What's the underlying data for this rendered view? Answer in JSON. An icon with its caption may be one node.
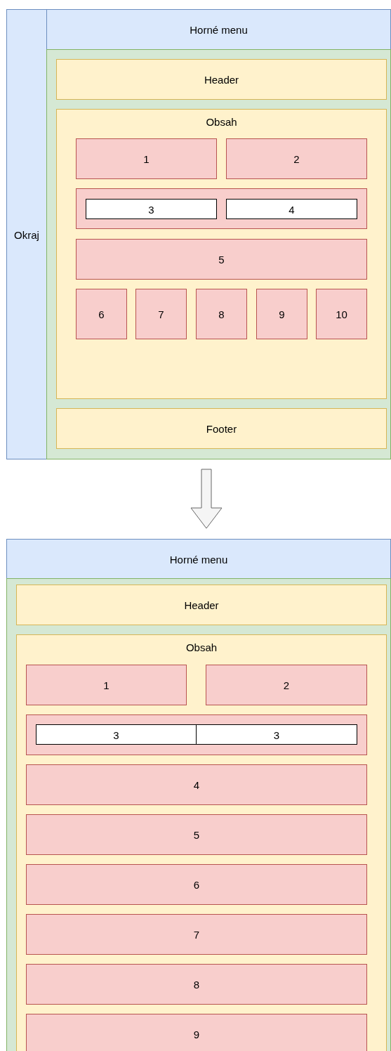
{
  "diagram": {
    "nodes": [
      {
        "text": [
          "Okraj"
        ]
      },
      {
        "text": [
          "Horné menu"
        ]
      },
      {
        "text": [],
        "shape": "box"
      },
      {
        "text": [
          "Header"
        ],
        "in": 2
      },
      {
        "text": [
          "Obsah"
        ],
        "in": 2
      },
      {
        "text": [
          "1"
        ],
        "in": 4
      },
      {
        "text": [
          "2"
        ],
        "in": 4
      },
      {
        "text": [],
        "shape": "box",
        "in": 4
      },
      {
        "text": [
          "3"
        ],
        "in": 7
      },
      {
        "text": [
          "4"
        ],
        "in": 7
      },
      {
        "text": [
          "5"
        ],
        "in": 4
      },
      {
        "text": [
          "6"
        ],
        "in": 4
      },
      {
        "text": [
          "7"
        ],
        "in": 4
      },
      {
        "text": [
          "8"
        ],
        "in": 4
      },
      {
        "text": [
          "9"
        ],
        "in": 4
      },
      {
        "text": [
          "10"
        ],
        "in": 4
      },
      {
        "text": [
          "Footer"
        ],
        "in": 2
      },
      {
        "text": [
          "Horné menu"
        ]
      },
      {
        "text": [],
        "shape": "box"
      },
      {
        "text": [
          "Header"
        ],
        "in": 18
      },
      {
        "text": [
          "Obsah"
        ],
        "in": 18
      },
      {
        "text": [
          "1"
        ],
        "in": 20
      },
      {
        "text": [
          "2"
        ],
        "in": 20
      },
      {
        "text": [],
        "shape": "box",
        "in": 20
      },
      {
        "text": [
          "3"
        ],
        "in": 23
      },
      {
        "text": [
          "3"
        ],
        "in": 23
      },
      {
        "text": [
          "4"
        ],
        "in": 20
      },
      {
        "text": [
          "5"
        ],
        "in": 20
      },
      {
        "text": [
          "6"
        ],
        "in": 20
      },
      {
        "text": [
          "7"
        ],
        "in": 20
      },
      {
        "text": [
          "8"
        ],
        "in": 20
      },
      {
        "text": [
          "9"
        ],
        "in": 20
      }
    ],
    "edges": [
      {
        "from": 2,
        "to": 17,
        "arrow": "to"
      }
    ]
  }
}
